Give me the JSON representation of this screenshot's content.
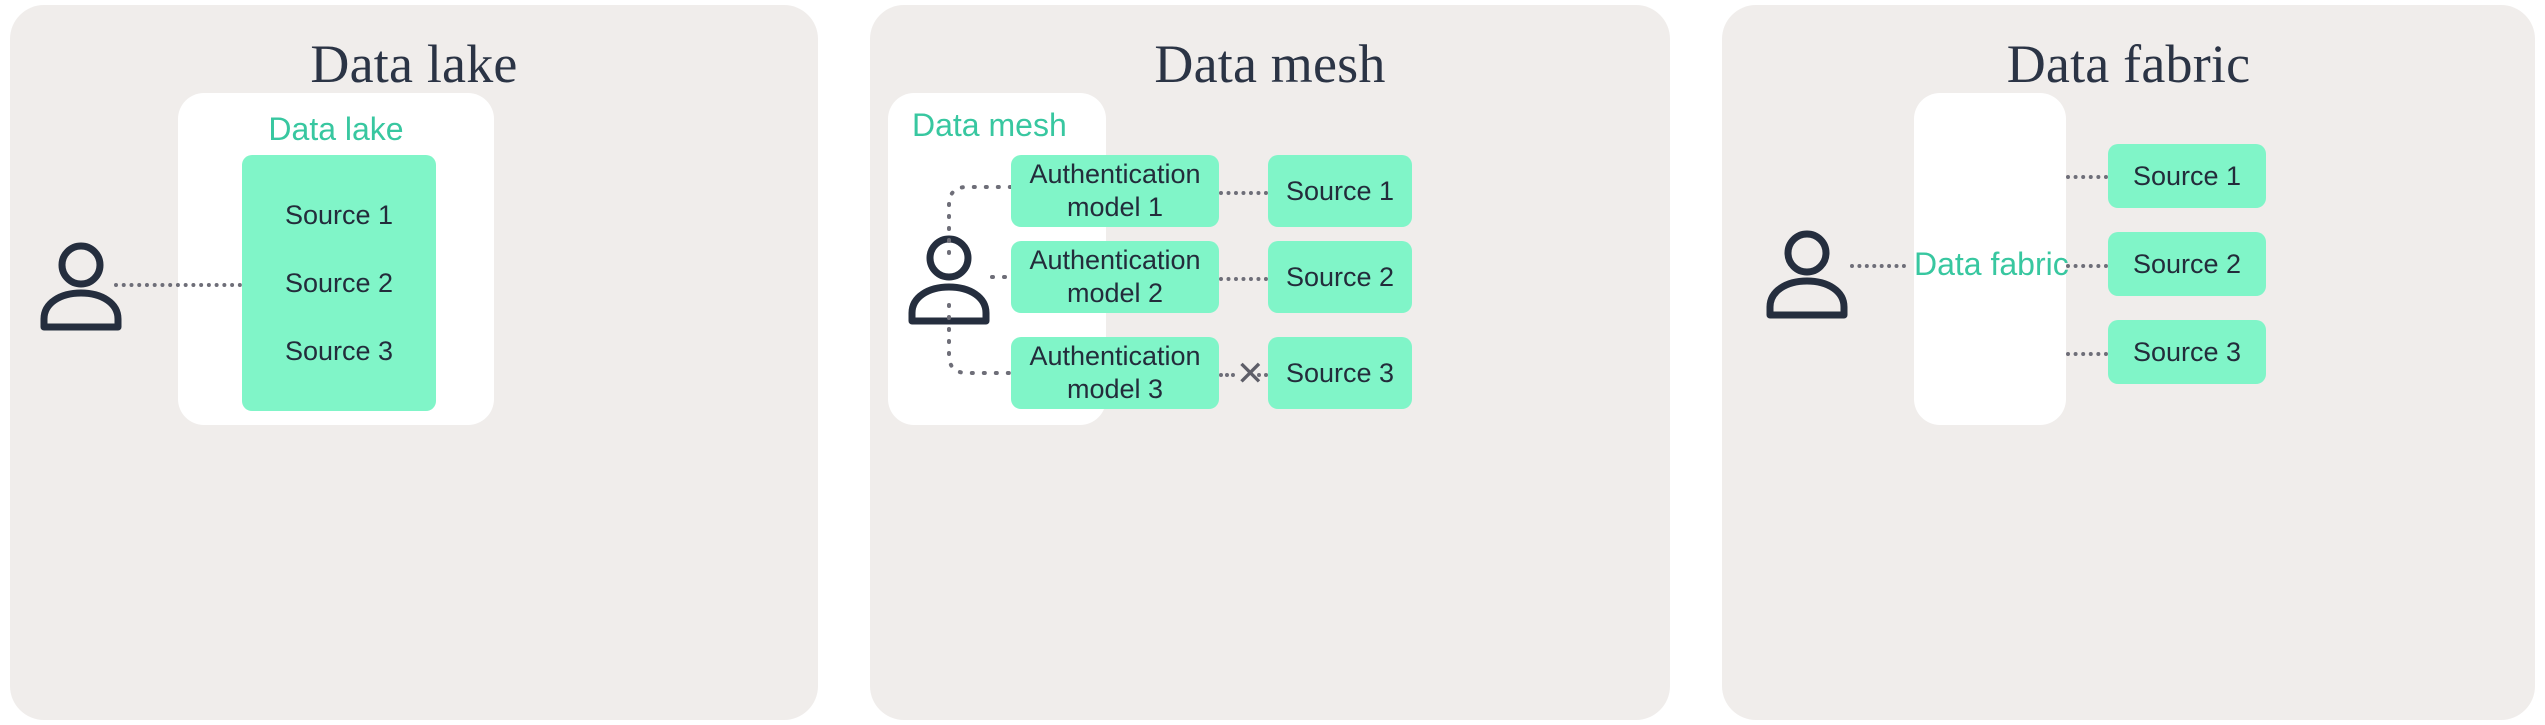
{
  "panels": [
    {
      "id": "data-lake",
      "title": "Data lake",
      "inner_label": "Data lake",
      "sources": [
        "Source 1",
        "Source 2",
        "Source 3"
      ],
      "connectors": [
        "user-to-lake"
      ]
    },
    {
      "id": "data-mesh",
      "title": "Data mesh",
      "inner_label": "Data mesh",
      "auth_models": [
        "Authentication model 1",
        "Authentication model 2",
        "Authentication model 3"
      ],
      "auth_models_split": [
        {
          "line1": "Authentication",
          "line2": "model 1"
        },
        {
          "line1": "Authentication",
          "line2": "model 2"
        },
        {
          "line1": "Authentication",
          "line2": "model 3"
        }
      ],
      "sources": [
        "Source 1",
        "Source 2",
        "Source 3"
      ],
      "blocked_marker": "✕",
      "blocked_link": "Authentication model 3 to Source 3"
    },
    {
      "id": "data-fabric",
      "title": "Data fabric",
      "inner_label": "Data fabric",
      "sources": [
        "Source 1",
        "Source 2",
        "Source 3"
      ]
    }
  ],
  "icons": {
    "user": "user-icon"
  },
  "colors": {
    "panel_background": "#F0EDEB",
    "card_background": "#FFFFFF",
    "accent_green": "#80F5C8",
    "accent_teal": "#38C7A0",
    "text_dark": "#2B3445",
    "connector_grey": "#6E6E78"
  }
}
